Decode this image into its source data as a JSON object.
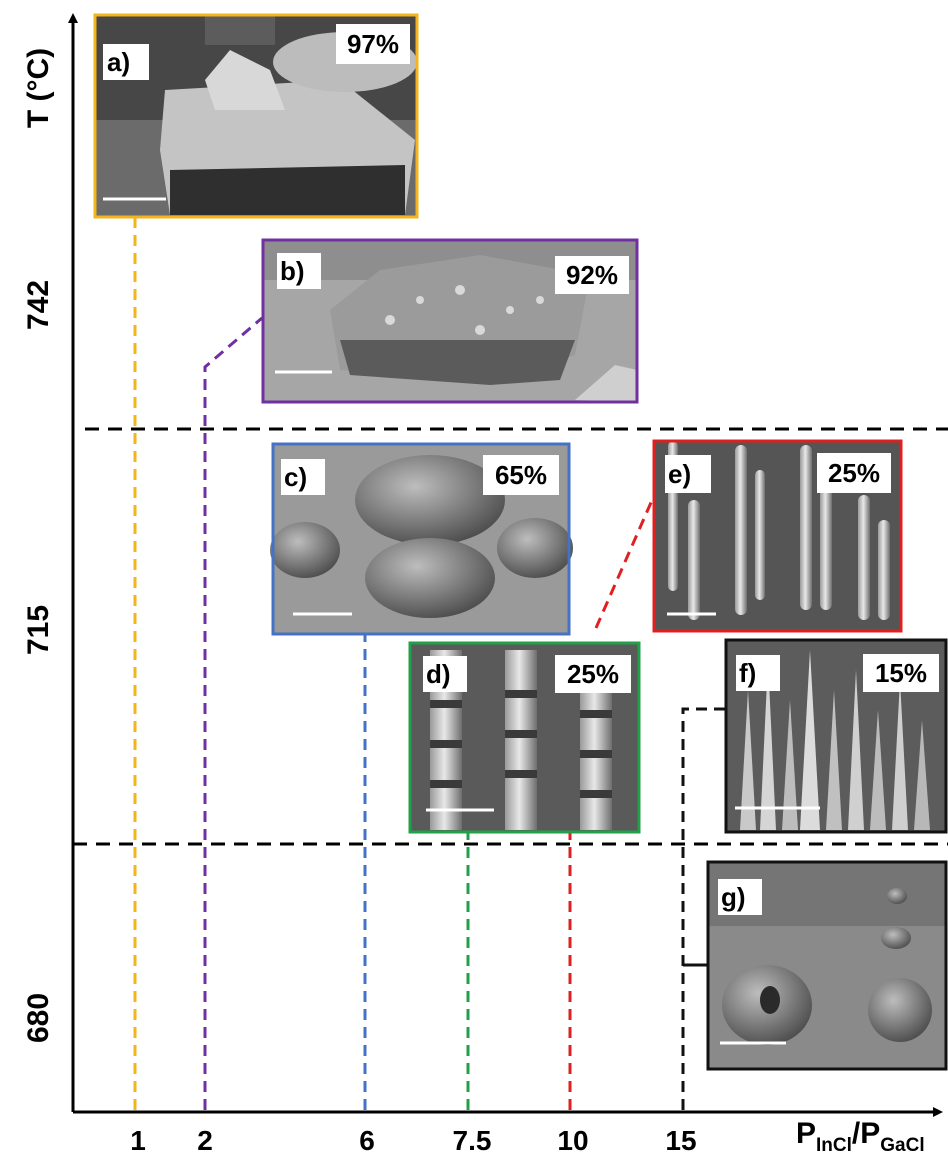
{
  "axes": {
    "y_title": "T (°C)",
    "y_ticks": [
      "742",
      "715",
      "680"
    ],
    "x_ticks": [
      "1",
      "2",
      "6",
      "7.5",
      "10",
      "15"
    ],
    "x_title": {
      "p1": "P",
      "sub1": "InCl",
      "slash": "/",
      "p2": "P",
      "sub2": "GaCl"
    }
  },
  "panels": [
    {
      "id": "a",
      "label": "a)",
      "percent": "97%",
      "frame_color": "#f2b51c",
      "morphology": "large flat crystallite"
    },
    {
      "id": "b",
      "label": "b)",
      "percent": "92%",
      "frame_color": "#7030a0",
      "morphology": "rough platelet"
    },
    {
      "id": "c",
      "label": "c)",
      "percent": "65%",
      "frame_color": "#4472c4",
      "morphology": "porous clusters"
    },
    {
      "id": "d",
      "label": "d)",
      "percent": "25%",
      "frame_color": "#21a04a",
      "morphology": "segmented nanowires"
    },
    {
      "id": "e",
      "label": "e)",
      "percent": "25%",
      "frame_color": "#e02020",
      "morphology": "nanowire array"
    },
    {
      "id": "f",
      "label": "f)",
      "percent": "15%",
      "frame_color": "#111111",
      "morphology": "tapered nanowires"
    },
    {
      "id": "g",
      "label": "g)",
      "percent": "",
      "frame_color": "#111111",
      "morphology": "sparse islands"
    }
  ],
  "colors": {
    "yellow": "#f2b51c",
    "purple": "#7030a0",
    "blue": "#4472c4",
    "green": "#21a04a",
    "red": "#e02020",
    "black": "#111111"
  }
}
